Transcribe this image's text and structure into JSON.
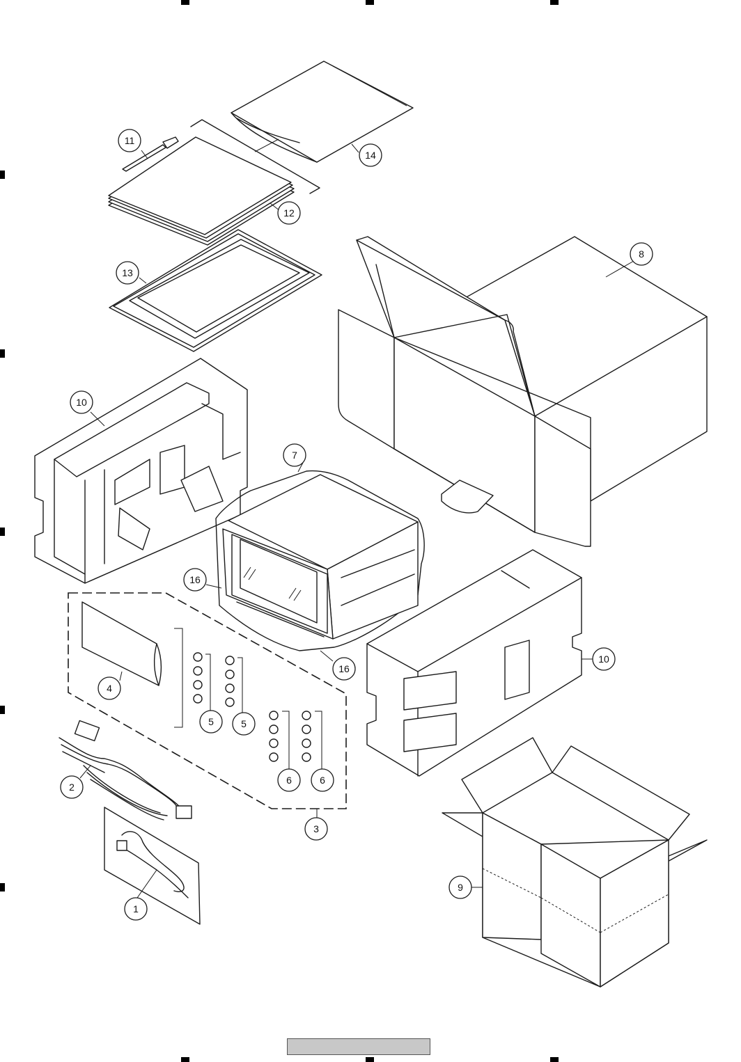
{
  "callouts": [
    {
      "id": "c1",
      "label": "1"
    },
    {
      "id": "c2",
      "label": "2"
    },
    {
      "id": "c3",
      "label": "3"
    },
    {
      "id": "c4",
      "label": "4"
    },
    {
      "id": "c5a",
      "label": "5"
    },
    {
      "id": "c5b",
      "label": "5"
    },
    {
      "id": "c6a",
      "label": "6"
    },
    {
      "id": "c6b",
      "label": "6"
    },
    {
      "id": "c7",
      "label": "7"
    },
    {
      "id": "c8",
      "label": "8"
    },
    {
      "id": "c9",
      "label": "9"
    },
    {
      "id": "c10a",
      "label": "10"
    },
    {
      "id": "c10b",
      "label": "10"
    },
    {
      "id": "c11",
      "label": "11"
    },
    {
      "id": "c12",
      "label": "12"
    },
    {
      "id": "c13",
      "label": "13"
    },
    {
      "id": "c14",
      "label": "14"
    },
    {
      "id": "c16a",
      "label": "16"
    },
    {
      "id": "c16b",
      "label": "16"
    }
  ],
  "footer": {
    "colors": {
      "bar": "#c8c8c8"
    }
  }
}
